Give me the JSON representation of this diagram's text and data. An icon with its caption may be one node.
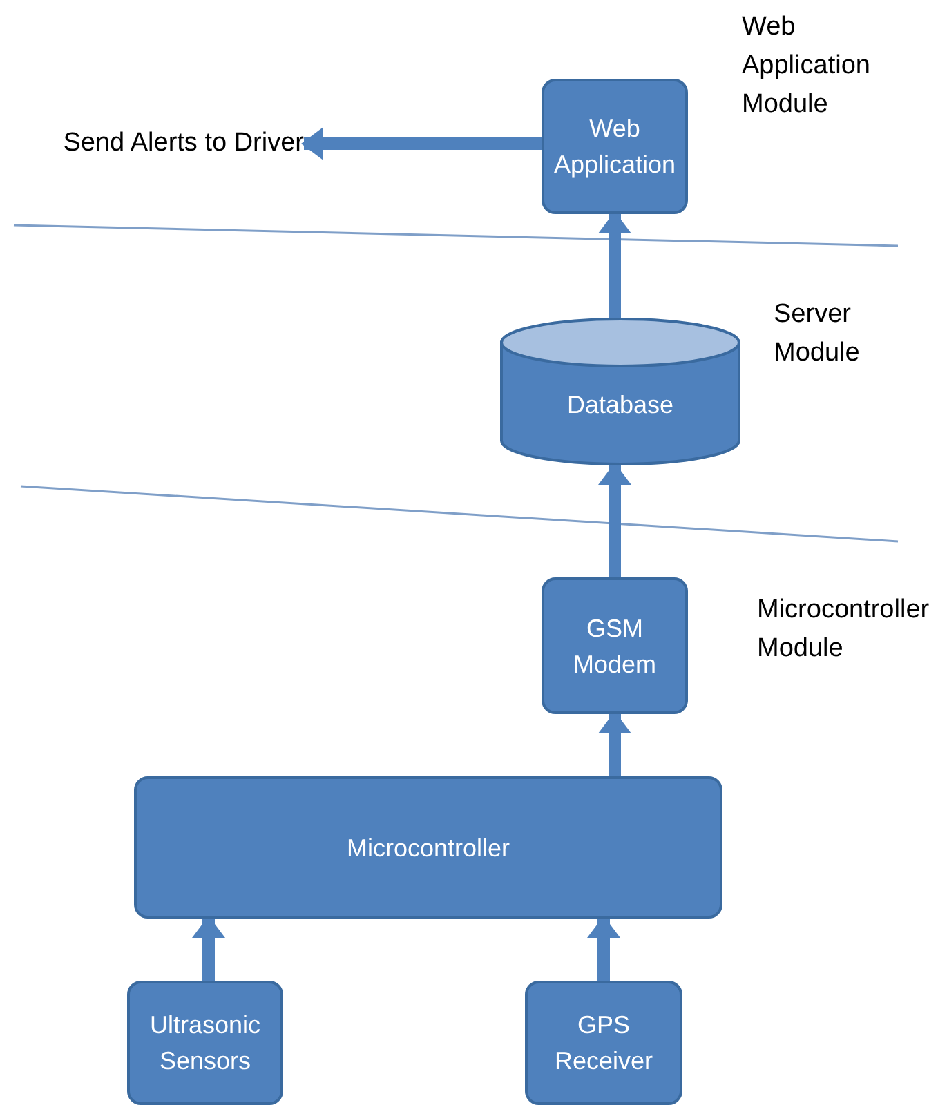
{
  "diagram": {
    "nodes": [
      {
        "text": [
          "Web Application"
        ]
      },
      {
        "text": [
          "Send Alerts to Driver"
        ]
      },
      {
        "text": [
          "Database"
        ]
      },
      {
        "text": [
          "GSM Modem"
        ]
      },
      {
        "text": [
          "Microcontroller"
        ]
      },
      {
        "text": [
          "Ultrasonic Sensors"
        ]
      },
      {
        "text": [
          "GPS Receiver"
        ]
      }
    ],
    "edges": [
      {
        "from": 0,
        "to": 1,
        "arrow": "to"
      },
      {
        "from": 2,
        "to": 0,
        "arrow": "to"
      },
      {
        "from": 3,
        "to": 2,
        "arrow": "to"
      },
      {
        "from": 4,
        "to": 3,
        "arrow": "to"
      },
      {
        "from": 5,
        "to": 4,
        "arrow": "to"
      },
      {
        "from": 6,
        "to": 4,
        "arrow": "to"
      }
    ],
    "labels": [
      "Web Application Module",
      "Server Module",
      "Microcontroller Module"
    ]
  }
}
